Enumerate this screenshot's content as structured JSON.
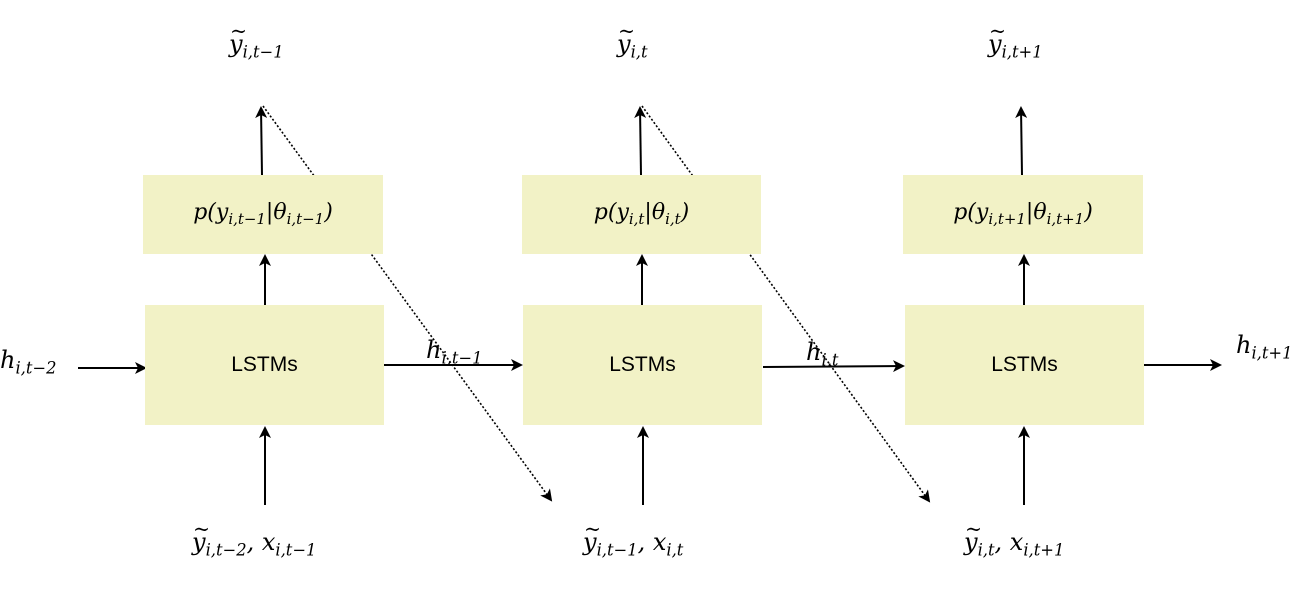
{
  "columns": [
    {
      "lstm_label": "LSTMs",
      "dist": {
        "pre": "p(",
        "y_sub": "i,t−1",
        "theta_sub": "i,t−1",
        "post": ")"
      },
      "output": {
        "sub": "i,t−1"
      },
      "input": {
        "y_sub": "i,t−2",
        "x_sub": "i,t−1"
      }
    },
    {
      "lstm_label": "LSTMs",
      "dist": {
        "pre": "p(",
        "y_sub": "i,t",
        "theta_sub": "i,t",
        "post": ")"
      },
      "output": {
        "sub": "i,t"
      },
      "input": {
        "y_sub": "i,t−1",
        "x_sub": "i,t"
      }
    },
    {
      "lstm_label": "LSTMs",
      "dist": {
        "pre": "p(",
        "y_sub": "i,t+1",
        "theta_sub": "i,t+1",
        "post": ")"
      },
      "output": {
        "sub": "i,t+1"
      },
      "input": {
        "y_sub": "i,t",
        "x_sub": "i,t+1"
      }
    }
  ],
  "hidden": {
    "in_left": "i,t−2",
    "between_1_2": "i,t−1",
    "between_2_3": "i,t",
    "out_right": "i,t+1"
  }
}
